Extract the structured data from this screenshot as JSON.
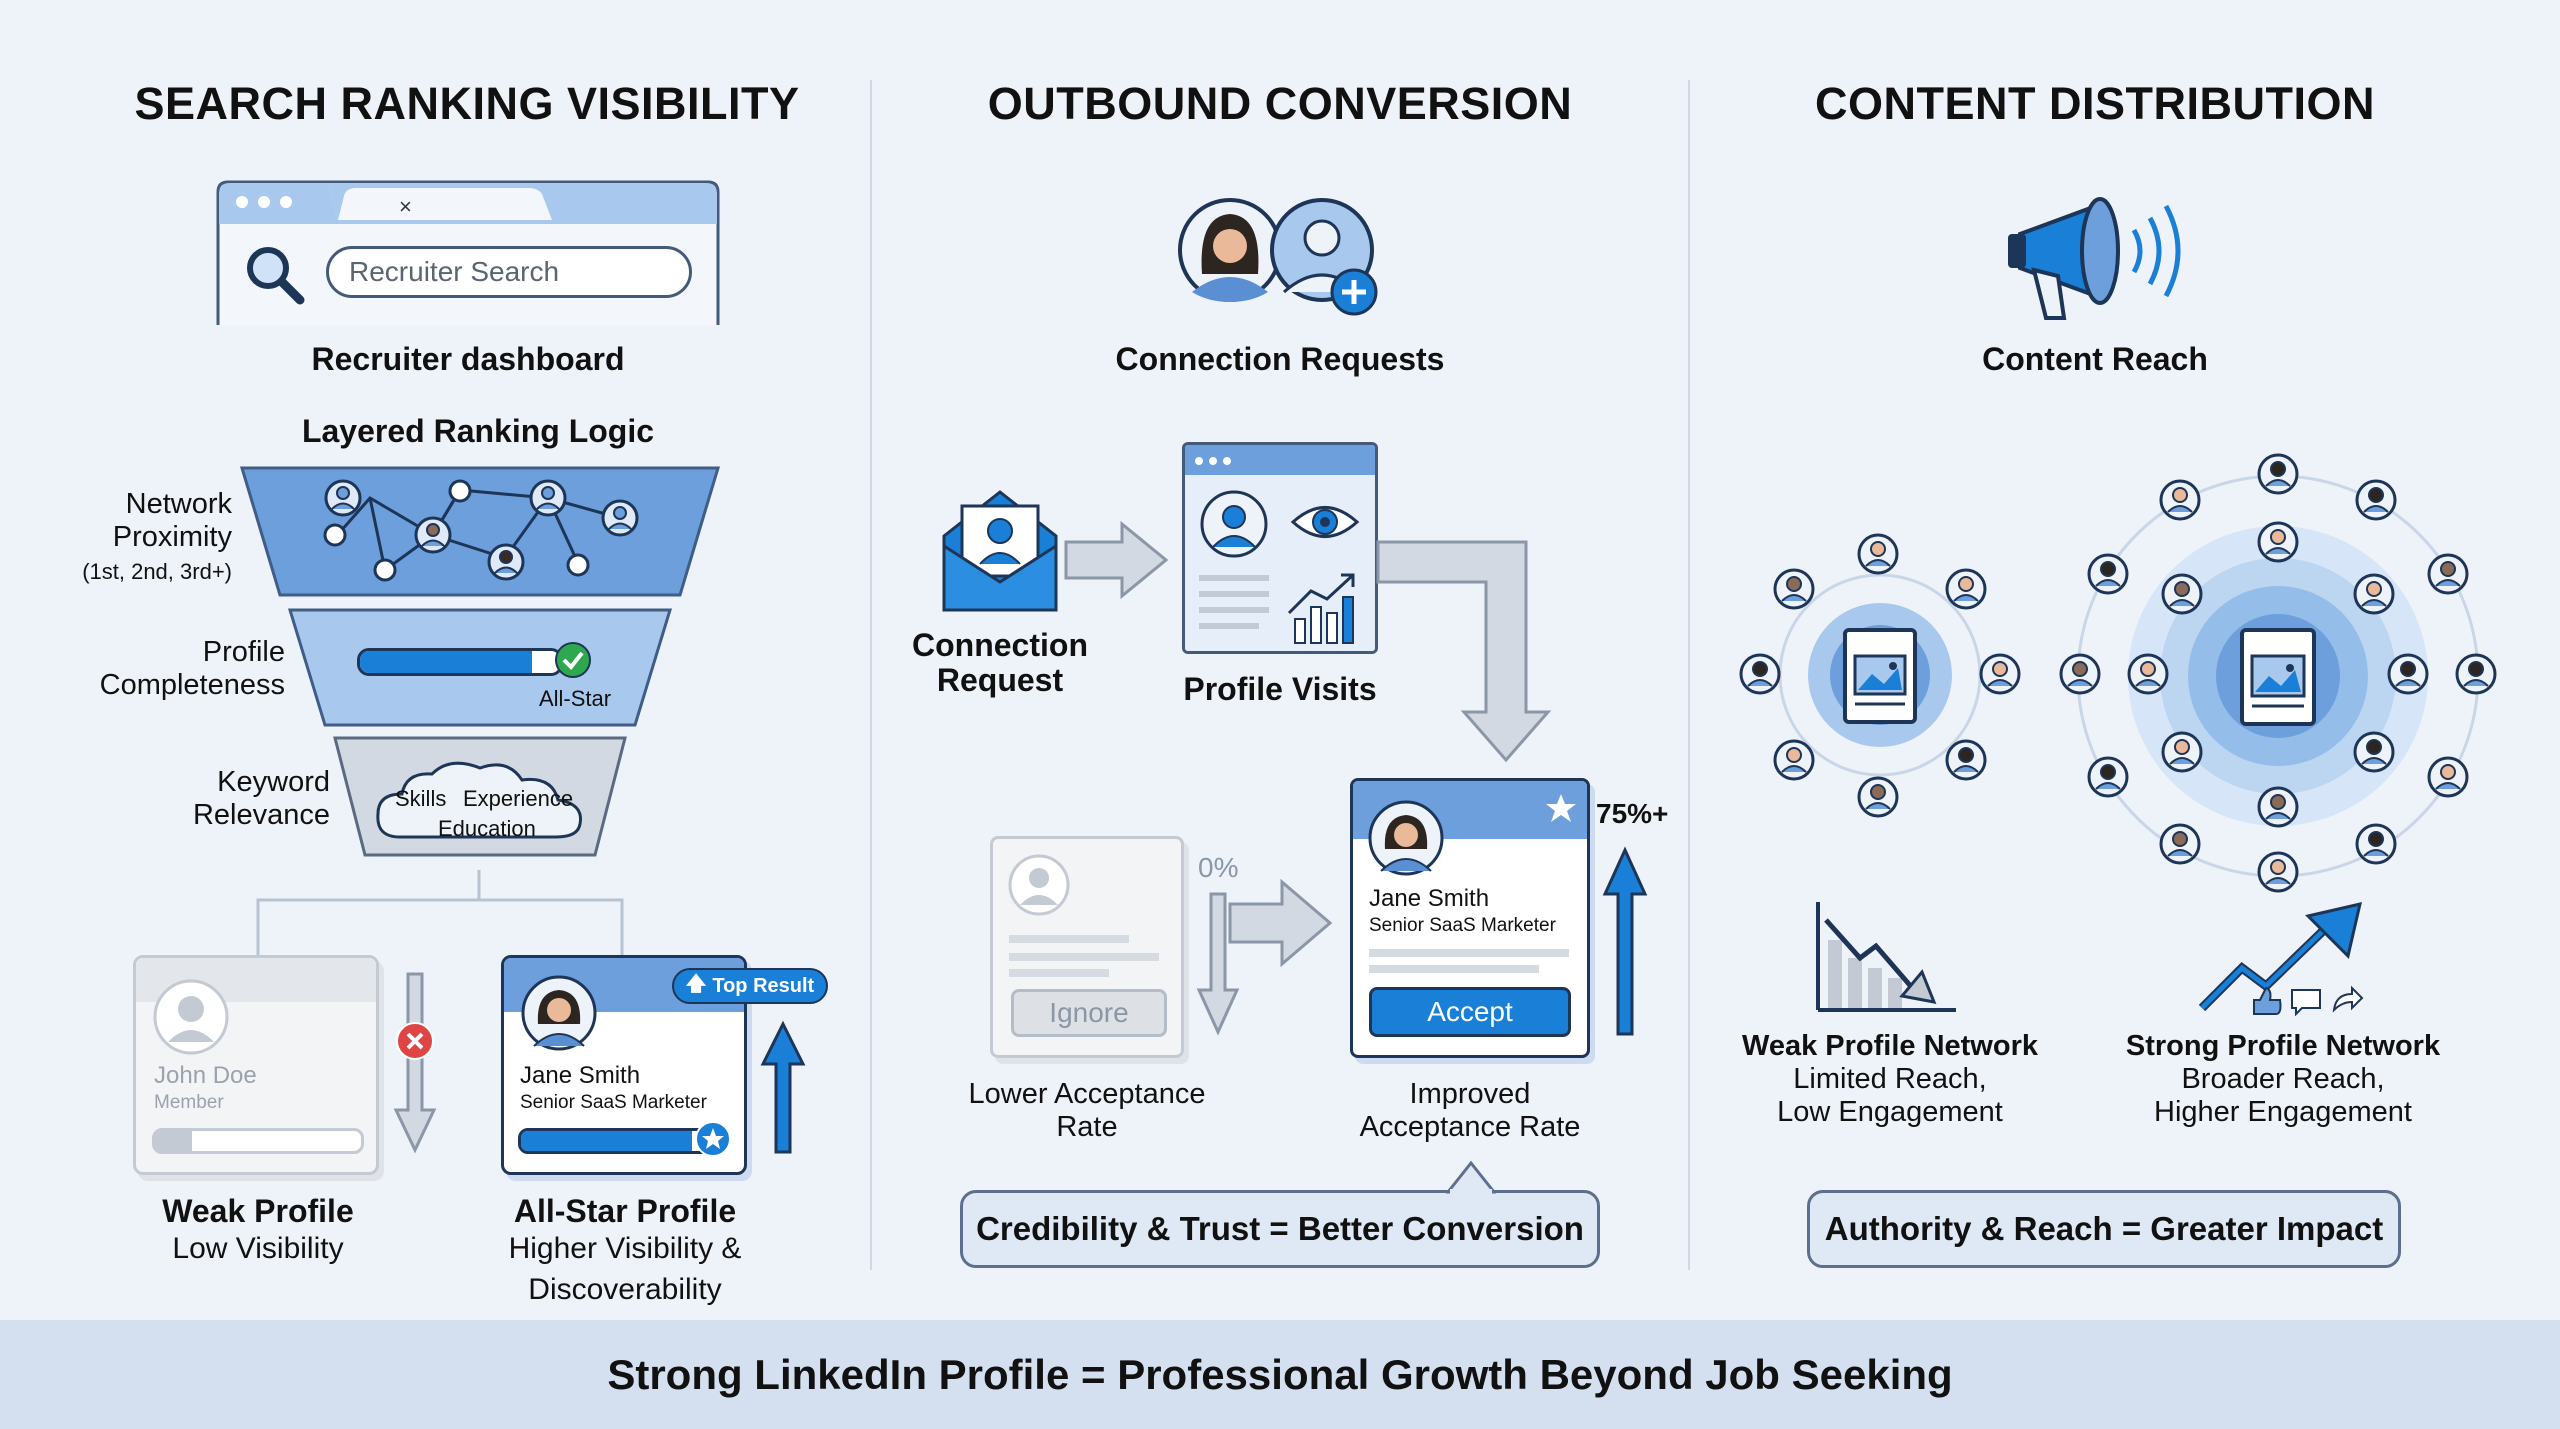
{
  "columns": {
    "search": {
      "title": "SEARCH RANKING VISIBILITY",
      "search_placeholder": "Recruiter Search",
      "dashboard_label": "Recruiter dashboard",
      "funnel_title": "Layered Ranking Logic",
      "layer1_label": "Network Proximity",
      "layer1_sub": "(1st, 2nd, 3rd+)",
      "layer2_label": "Profile Completeness",
      "layer2_badge": "All-Star",
      "layer3_label": "Keyword Relevance",
      "cloud_words": [
        "Skills",
        "Experience",
        "Education"
      ],
      "weak_card_name": "John Doe",
      "weak_card_role": "Member",
      "strong_card_badge": "Top Result",
      "strong_card_name": "Jane Smith",
      "strong_card_role": "Senior SaaS Marketer",
      "weak_title": "Weak Profile",
      "weak_desc": "Low Visibility",
      "strong_title": "All-Star Profile",
      "strong_desc": "Higher Visibility & Discoverability"
    },
    "outbound": {
      "title": "OUTBOUND CONVERSION",
      "connections_label": "Connection Requests",
      "request_label": "Connection Request",
      "visits_label": "Profile Visits",
      "ignore_button": "Ignore",
      "low_pct": "0%",
      "accept_button": "Accept",
      "card_name": "Jane Smith",
      "card_role": "Senior SaaS Marketer",
      "high_pct": "75%+",
      "lower_label": "Lower Acceptance Rate",
      "improved_label": "Improved Acceptance Rate",
      "equation": "Credibility & Trust = Better Conversion"
    },
    "content": {
      "title": "CONTENT DISTRIBUTION",
      "reach_label": "Content Reach",
      "weak_title": "Weak Profile Network",
      "weak_desc": "Limited Reach, Low Engagement",
      "strong_title": "Strong Profile Network",
      "strong_desc": "Broader Reach, Higher Engagement",
      "equation": "Authority & Reach = Greater Impact"
    }
  },
  "footer": "Strong LinkedIn Profile = Professional Growth Beyond Job Seeking",
  "colors": {
    "accent_blue": "#1a7fd6",
    "light_blue": "#a9c8ee",
    "dark_navy": "#1d3557",
    "alert_red": "#e04545",
    "success_green": "#2ea84f",
    "background": "#eef3fa"
  }
}
